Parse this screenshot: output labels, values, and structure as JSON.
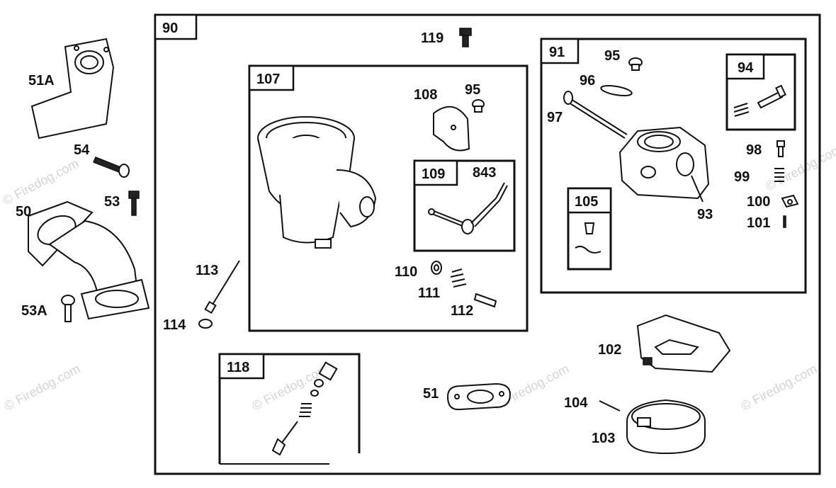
{
  "watermark": "© Firedog.com",
  "labels": {
    "p51a": "51A",
    "p54": "54",
    "p53": "53",
    "p50": "50",
    "p53a": "53A",
    "p90": "90",
    "p119": "119",
    "p107": "107",
    "p108": "108",
    "p95a": "95",
    "p109": "109",
    "p843": "843",
    "p110": "110",
    "p111": "111",
    "p112": "112",
    "p113": "113",
    "p114": "114",
    "p91": "91",
    "p95b": "95",
    "p96": "96",
    "p97": "97",
    "p94": "94",
    "p98": "98",
    "p99": "99",
    "p100": "100",
    "p101": "101",
    "p93": "93",
    "p105": "105",
    "p102": "102",
    "p118": "118",
    "p51": "51",
    "p104": "104",
    "p103": "103"
  }
}
